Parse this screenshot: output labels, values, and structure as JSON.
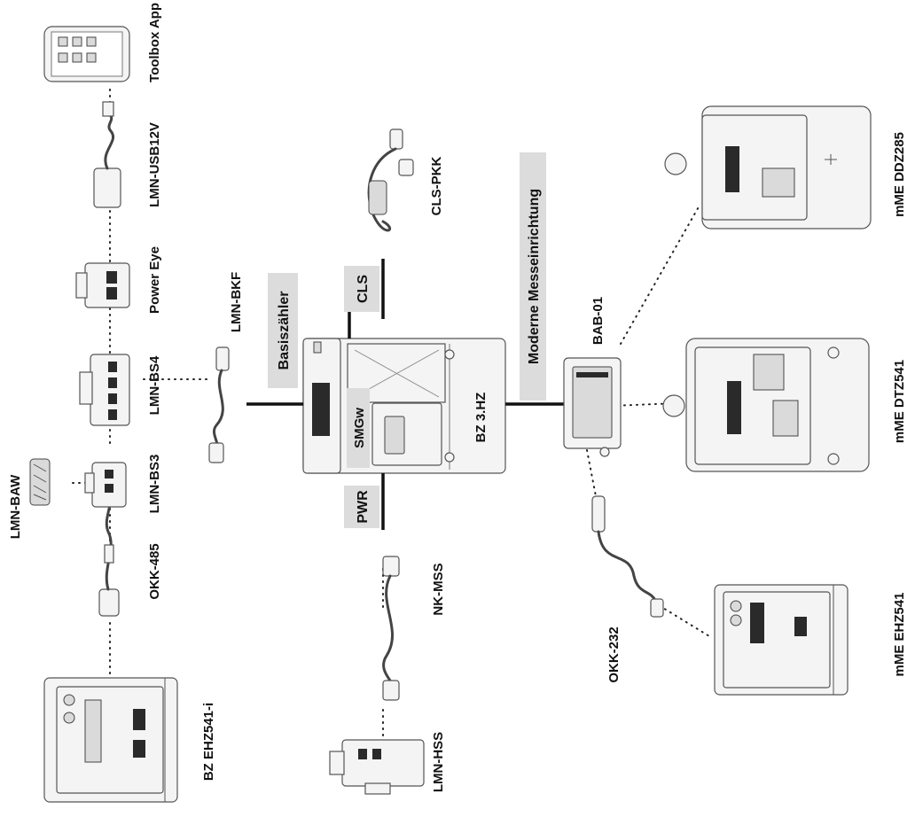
{
  "labels": {
    "lmn_baw": "LMN-BAW",
    "bz_ehz541_i": "BZ EHZ541-i",
    "okk_485": "OKK-485",
    "lmn_bs3": "LMN-BS3",
    "lmn_bs4": "LMN-BS4",
    "power_eye": "Power Eye",
    "lmn_usb12v": "LMN-USB12V",
    "toolbox_app": "Toolbox App",
    "lmn_bkf": "LMN-BKF",
    "basiszaehler": "Basiszähler",
    "cls": "CLS",
    "cls_pkk": "CLS-PKK",
    "smgw": "SMGw",
    "bz_3hz": "BZ 3.HZ",
    "pwr": "PWR",
    "nk_mss": "NK-MSS",
    "lmn_hss": "LMN-HSS",
    "moderne_messeinrichtung": "Moderne Messeinrichtung",
    "bab_01": "BAB-01",
    "okk_232": "OKK-232",
    "mme_ddz285": "mME DDZ285",
    "mme_dtz541": "mME DTZ541",
    "mme_ehz541": "mME EHZ541"
  },
  "icons": [
    "meter-device-icon",
    "adapter-icon",
    "cable-icon",
    "phone-app-icon",
    "smart-meter-gateway-icon"
  ],
  "colors": {
    "label": "#111111",
    "tag_background": "#dcdcdc",
    "line": "#222222"
  }
}
